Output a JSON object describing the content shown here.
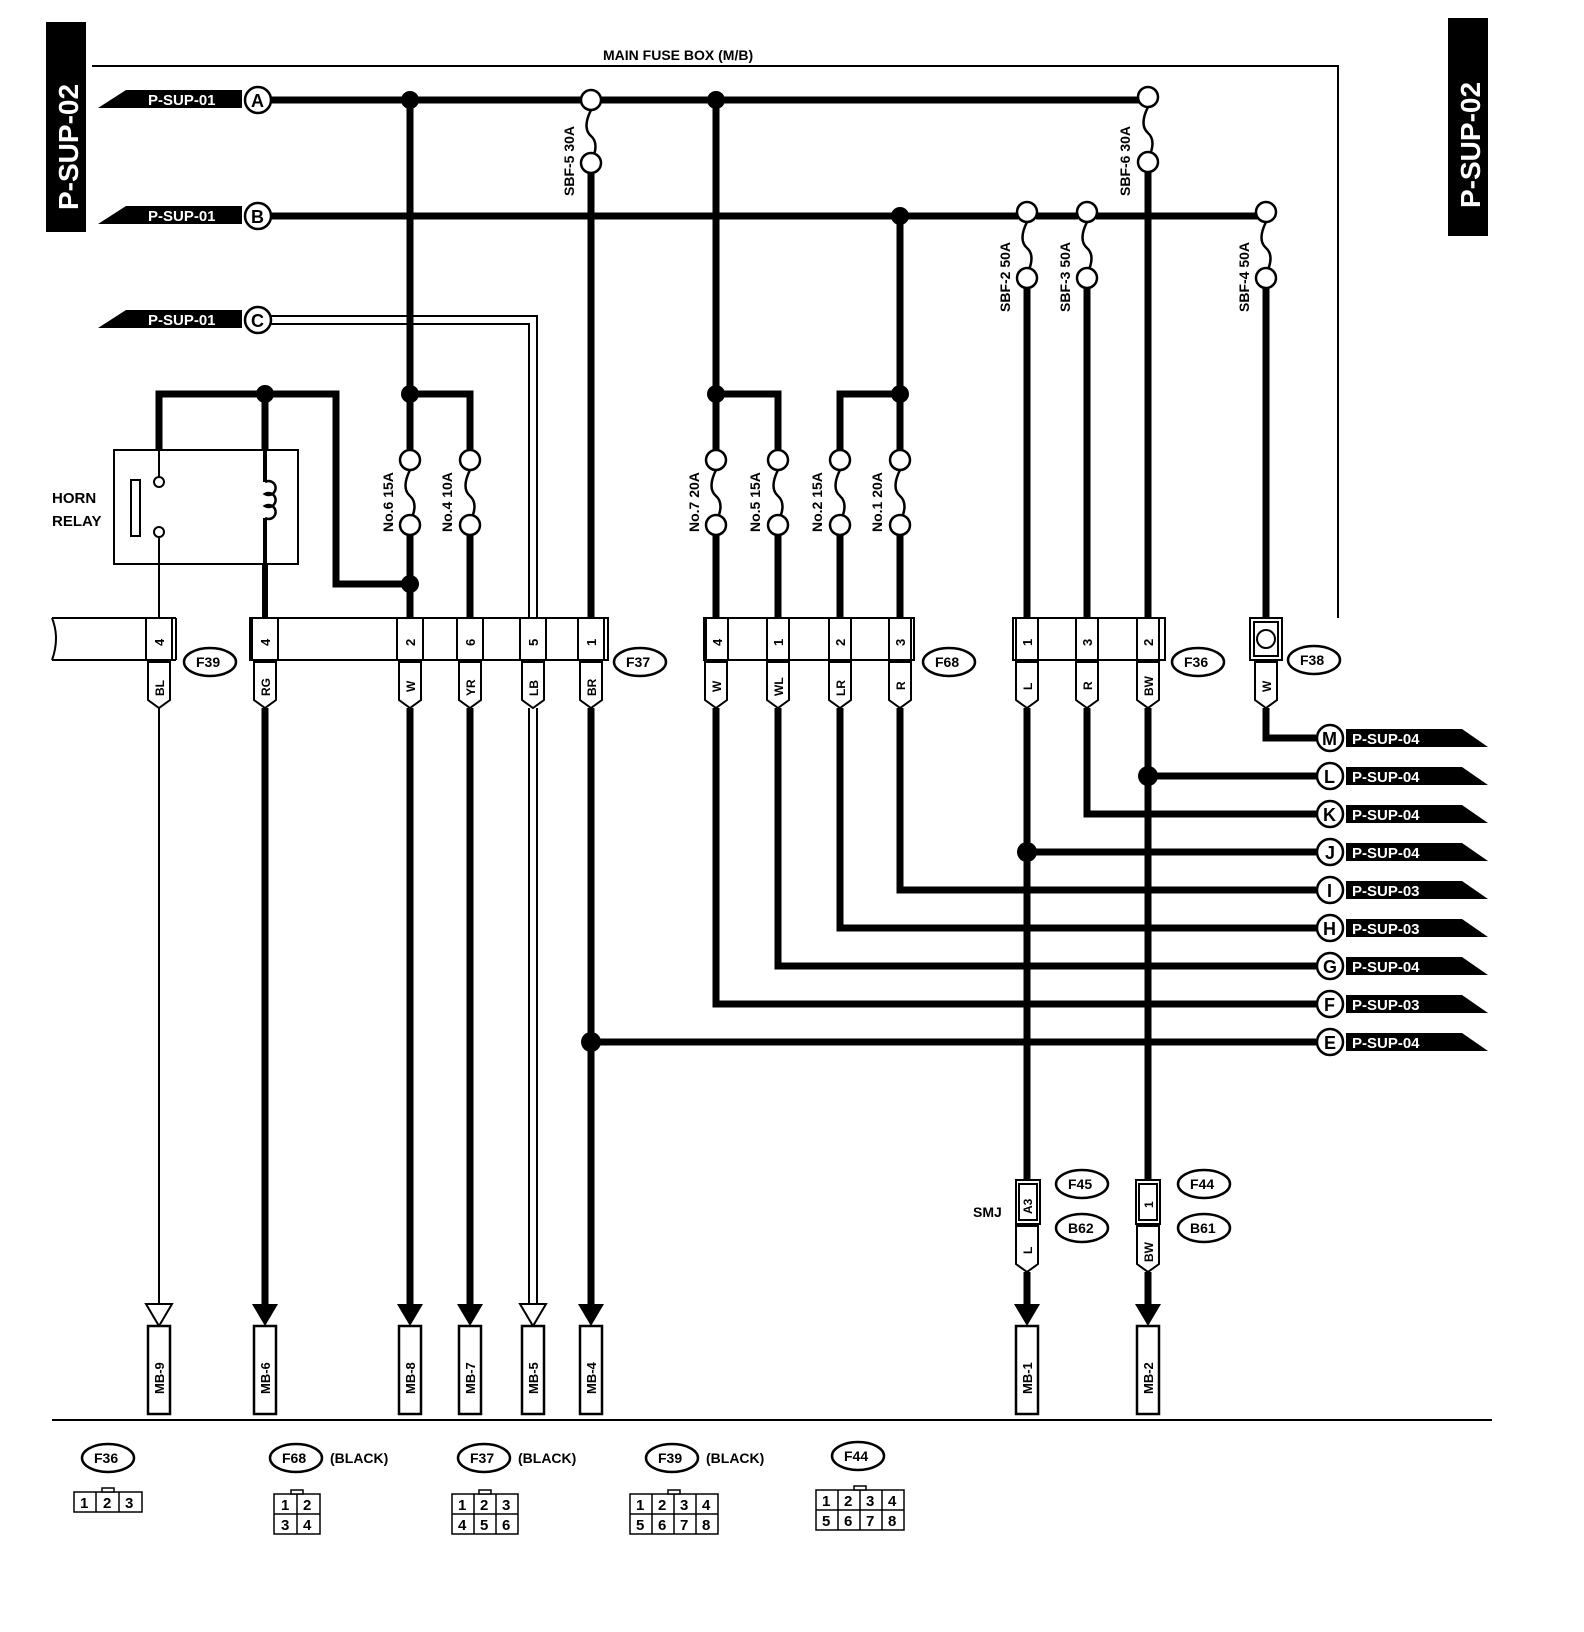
{
  "page_code": "P-SUP-02",
  "main_fuse_box_title": "MAIN FUSE BOX (M/B)",
  "relay_label_1": "HORN",
  "relay_label_2": "RELAY",
  "smj_label": "SMJ",
  "inputs": [
    {
      "ref": "P-SUP-01",
      "letter": "A"
    },
    {
      "ref": "P-SUP-01",
      "letter": "B"
    },
    {
      "ref": "P-SUP-01",
      "letter": "C"
    }
  ],
  "fuses": [
    {
      "label": "SBF-5 30A"
    },
    {
      "label": "SBF-6 30A"
    },
    {
      "label": "SBF-2 50A"
    },
    {
      "label": "SBF-3 50A"
    },
    {
      "label": "SBF-4 50A"
    },
    {
      "label": "No.6 15A"
    },
    {
      "label": "No.4 10A"
    },
    {
      "label": "No.7 20A"
    },
    {
      "label": "No.5 15A"
    },
    {
      "label": "No.2 15A"
    },
    {
      "label": "No.1 20A"
    }
  ],
  "connectors": [
    {
      "id": "F39",
      "pins": [
        "4"
      ]
    },
    {
      "id": "F37",
      "pins": [
        "4",
        "2",
        "6",
        "5",
        "1"
      ]
    },
    {
      "id": "F68",
      "pins": [
        "4",
        "1",
        "2",
        "3"
      ]
    },
    {
      "id": "F36",
      "pins": [
        "1",
        "3",
        "2"
      ]
    },
    {
      "id": "F38",
      "pins": []
    }
  ],
  "wire_colors": [
    "BL",
    "RG",
    "W",
    "YR",
    "LB",
    "BR",
    "W",
    "WL",
    "LR",
    "R",
    "L",
    "R",
    "BW",
    "W"
  ],
  "outputs": [
    {
      "letter": "M",
      "ref": "P-SUP-04"
    },
    {
      "letter": "L",
      "ref": "P-SUP-04"
    },
    {
      "letter": "K",
      "ref": "P-SUP-04"
    },
    {
      "letter": "J",
      "ref": "P-SUP-04"
    },
    {
      "letter": "I",
      "ref": "P-SUP-03"
    },
    {
      "letter": "H",
      "ref": "P-SUP-03"
    },
    {
      "letter": "G",
      "ref": "P-SUP-04"
    },
    {
      "letter": "F",
      "ref": "P-SUP-03"
    },
    {
      "letter": "E",
      "ref": "P-SUP-04"
    }
  ],
  "lower_connectors": [
    {
      "id": "F45",
      "pin": "A3",
      "wire": "L"
    },
    {
      "id": "B62"
    },
    {
      "id": "F44",
      "pin": "1",
      "wire": "BW"
    },
    {
      "id": "B61"
    }
  ],
  "destinations": [
    "MB-9",
    "MB-6",
    "MB-8",
    "MB-7",
    "MB-5",
    "MB-4",
    "MB-1",
    "MB-2"
  ],
  "legend": [
    {
      "id": "F36",
      "note": "",
      "rows": [
        [
          "1",
          "2",
          "3"
        ]
      ]
    },
    {
      "id": "F68",
      "note": "(BLACK)",
      "rows": [
        [
          "1",
          "2"
        ],
        [
          "3",
          "4"
        ]
      ]
    },
    {
      "id": "F37",
      "note": "(BLACK)",
      "rows": [
        [
          "1",
          "2",
          "3"
        ],
        [
          "4",
          "5",
          "6"
        ]
      ]
    },
    {
      "id": "F39",
      "note": "(BLACK)",
      "rows": [
        [
          "1",
          "2",
          "3",
          "4"
        ],
        [
          "5",
          "6",
          "7",
          "8"
        ]
      ]
    },
    {
      "id": "F44",
      "note": "",
      "rows": [
        [
          "1",
          "2",
          "3",
          "4"
        ],
        [
          "5",
          "6",
          "7",
          "8"
        ]
      ]
    }
  ]
}
